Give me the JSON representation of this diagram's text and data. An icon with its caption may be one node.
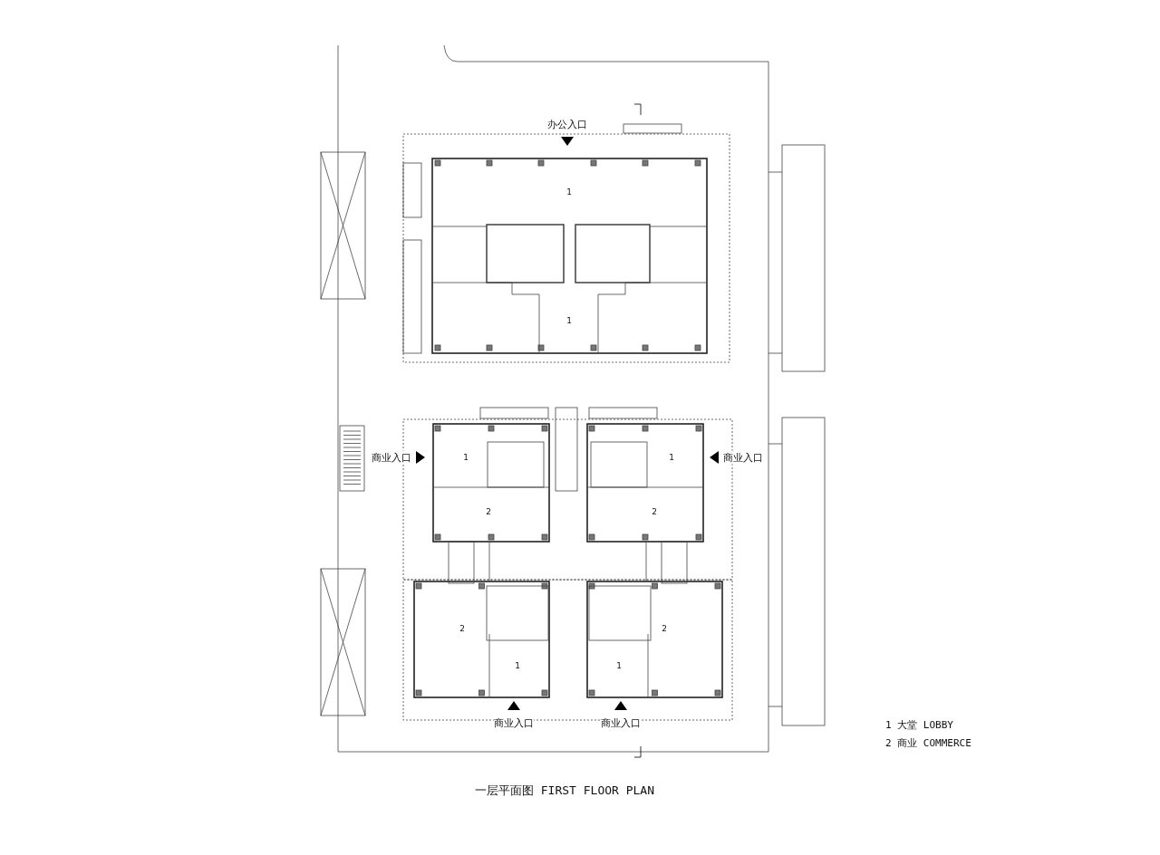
{
  "diagram": {
    "title": "一层平面图 FIRST FLOOR PLAN",
    "labels": [
      "办公入口",
      "1",
      "1",
      "商业入口",
      "1",
      "1",
      "商业入口",
      "2",
      "2",
      "2",
      "2",
      "1",
      "1",
      "商业入口",
      "商业入口",
      "1 大堂 LOBBY",
      "2 商业 COMMERCE"
    ]
  }
}
